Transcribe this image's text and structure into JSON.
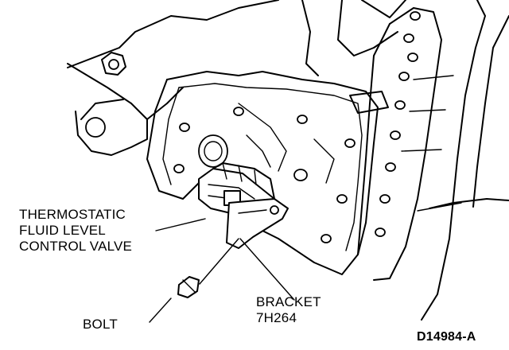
{
  "labels": {
    "valve_line1": "THERMOSTATIC",
    "valve_line2": "FLUID LEVEL",
    "valve_line3": "CONTROL VALVE",
    "bracket_line1": "BRACKET",
    "bracket_line2": "7H264",
    "bolt": "BOLT",
    "figure_id": "D14984-A"
  },
  "colors": {
    "ink": "#000000",
    "paper": "#ffffff"
  }
}
